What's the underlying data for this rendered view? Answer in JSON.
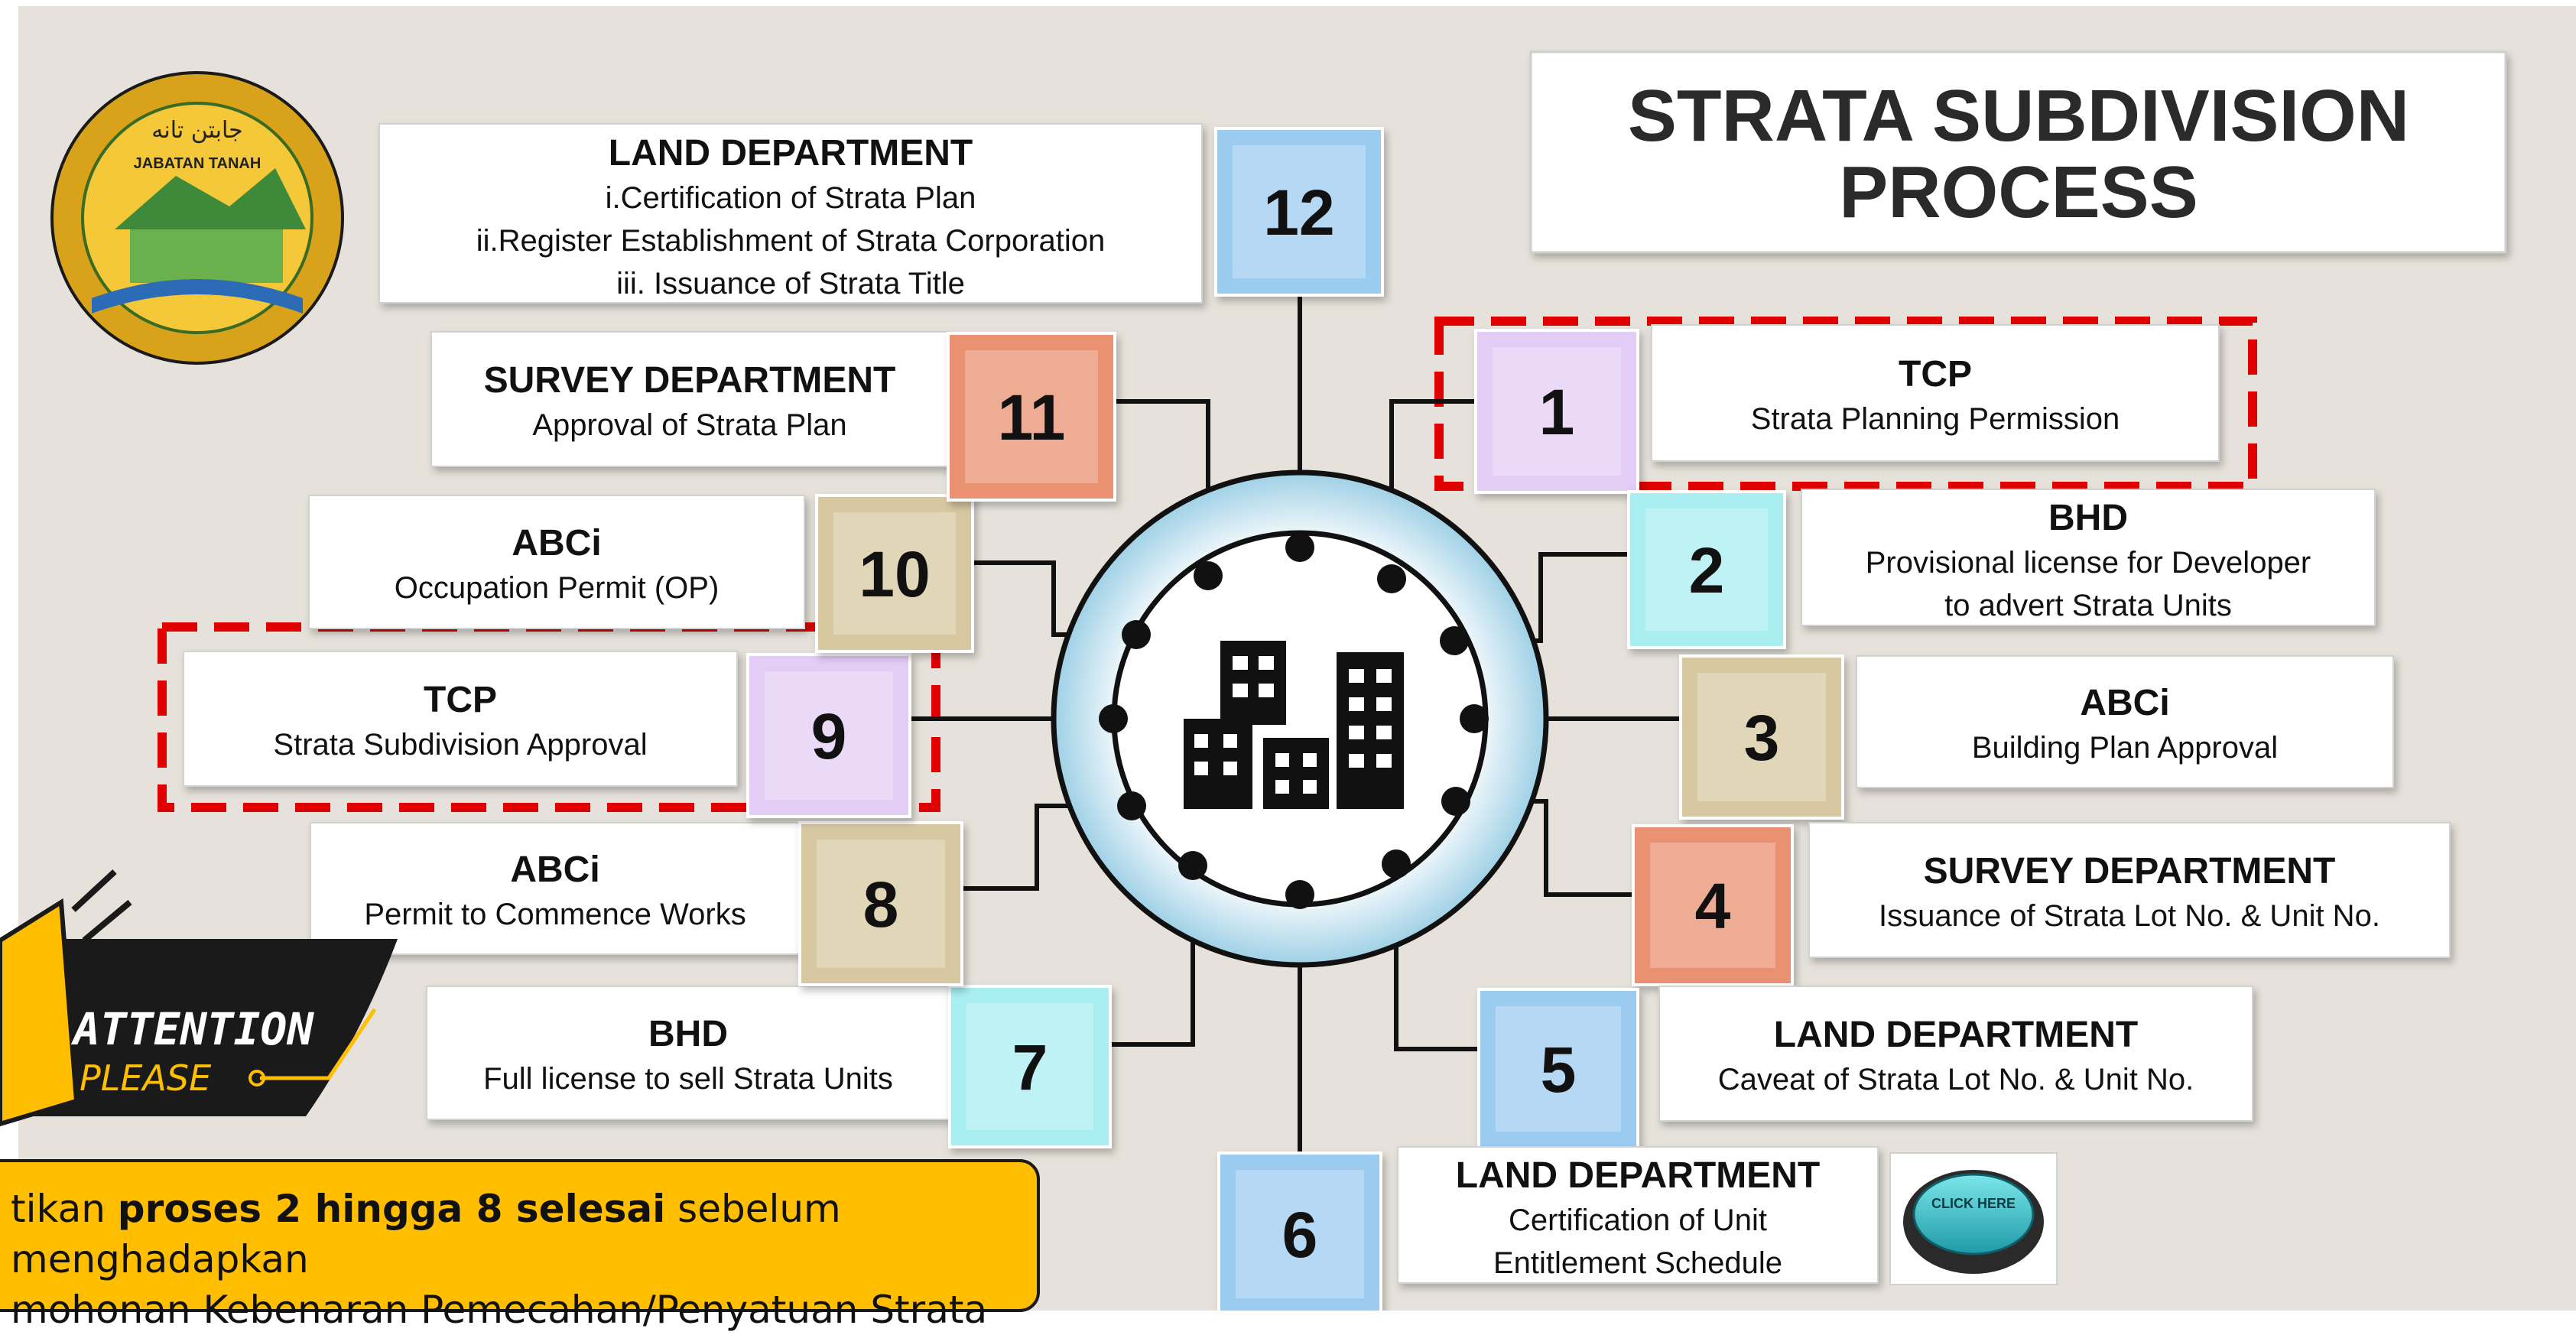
{
  "title": {
    "line1": "STRATA SUBDIVISION",
    "line2": "PROCESS"
  },
  "logo": {
    "label": "JABATAN TANAH",
    "arabic": "جابتن تانه"
  },
  "center_icon": "city-buildings-icon",
  "steps": [
    {
      "number": "1",
      "title": "TCP",
      "lines": [
        "Strata Planning Permission"
      ],
      "color": "#e3ccf5",
      "highlighted": true
    },
    {
      "number": "2",
      "title": "BHD",
      "lines": [
        "Provisional license for Developer",
        "to advert Strata Units"
      ],
      "color": "#a9eef0",
      "highlighted": false
    },
    {
      "number": "3",
      "title": "ABCi",
      "lines": [
        "Building Plan Approval"
      ],
      "color": "#d8c8a2",
      "highlighted": false
    },
    {
      "number": "4",
      "title": "SURVEY DEPARTMENT",
      "lines": [
        "Issuance of Strata Lot No. & Unit No."
      ],
      "color": "#e9916f",
      "highlighted": false
    },
    {
      "number": "5",
      "title": "LAND DEPARTMENT",
      "lines": [
        "Caveat of Strata Lot No. & Unit No."
      ],
      "color": "#9ccbf0",
      "highlighted": false
    },
    {
      "number": "6",
      "title": "LAND DEPARTMENT",
      "lines": [
        "Certification of Unit",
        "Entitlement Schedule"
      ],
      "color": "#9ccbf0",
      "highlighted": false
    },
    {
      "number": "7",
      "title": "BHD",
      "lines": [
        "Full license to sell Strata Units"
      ],
      "color": "#a9eef0",
      "highlighted": false
    },
    {
      "number": "8",
      "title": "ABCi",
      "lines": [
        "Permit to Commence Works"
      ],
      "color": "#d8c8a2",
      "highlighted": false
    },
    {
      "number": "9",
      "title": "TCP",
      "lines": [
        "Strata Subdivision Approval"
      ],
      "color": "#e3ccf5",
      "highlighted": true
    },
    {
      "number": "10",
      "title": "ABCi",
      "lines": [
        "Occupation Permit (OP)"
      ],
      "color": "#d8c8a2",
      "highlighted": false
    },
    {
      "number": "11",
      "title": "SURVEY DEPARTMENT",
      "lines": [
        "Approval of Strata Plan"
      ],
      "color": "#e9916f",
      "highlighted": false
    },
    {
      "number": "12",
      "title": "LAND DEPARTMENT",
      "lines": [
        "i.Certification of Strata Plan",
        "ii.Register Establishment of Strata Corporation",
        "iii. Issuance of Strata Title"
      ],
      "color": "#9ccbf0",
      "highlighted": false
    }
  ],
  "click_button": {
    "label": "CLICK HERE"
  },
  "attention": {
    "line1": "ATTENTION",
    "line2": "PLEASE"
  },
  "note": {
    "part1": "tikan ",
    "bold": "proses 2 hingga 8 selesai",
    "part2": " sebelum menghadapkan",
    "line2": "mohonan Kebenaran Pemecahan/Penyatuan Strata"
  },
  "colors": {
    "background": "#e6e2db",
    "highlight_border": "#e00000",
    "attention_badge": "#ffbf00",
    "ring": "#b7dce8"
  }
}
